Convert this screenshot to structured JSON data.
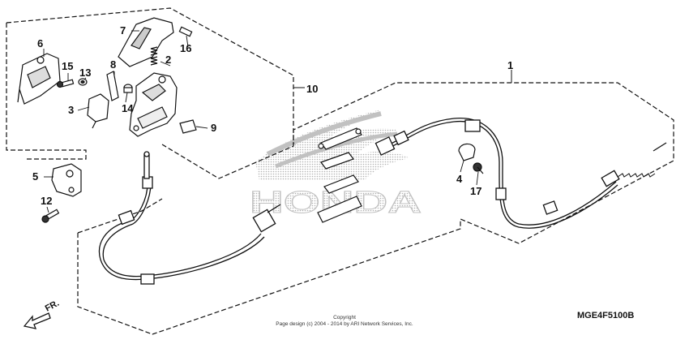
{
  "diagram": {
    "callouts": [
      {
        "id": "c1",
        "label": "1"
      },
      {
        "id": "c2",
        "label": "2"
      },
      {
        "id": "c3",
        "label": "3"
      },
      {
        "id": "c4",
        "label": "4"
      },
      {
        "id": "c5",
        "label": "5"
      },
      {
        "id": "c6",
        "label": "6"
      },
      {
        "id": "c7",
        "label": "7"
      },
      {
        "id": "c8",
        "label": "8"
      },
      {
        "id": "c9",
        "label": "9"
      },
      {
        "id": "c10",
        "label": "10"
      },
      {
        "id": "c12",
        "label": "12"
      },
      {
        "id": "c13",
        "label": "13"
      },
      {
        "id": "c14",
        "label": "14"
      },
      {
        "id": "c15",
        "label": "15"
      },
      {
        "id": "c16",
        "label": "16"
      },
      {
        "id": "c17",
        "label": "17"
      }
    ],
    "direction_label": "FR.",
    "watermark_text": "HONDA",
    "diagram_code": "MGE4F5100B",
    "copyright_line1": "Copyright",
    "copyright_line2": "Page design (c) 2004 - 2014 by ARI Network Services, Inc."
  },
  "colors": {
    "line": "#111111",
    "watermark": "#b8b8b8"
  }
}
